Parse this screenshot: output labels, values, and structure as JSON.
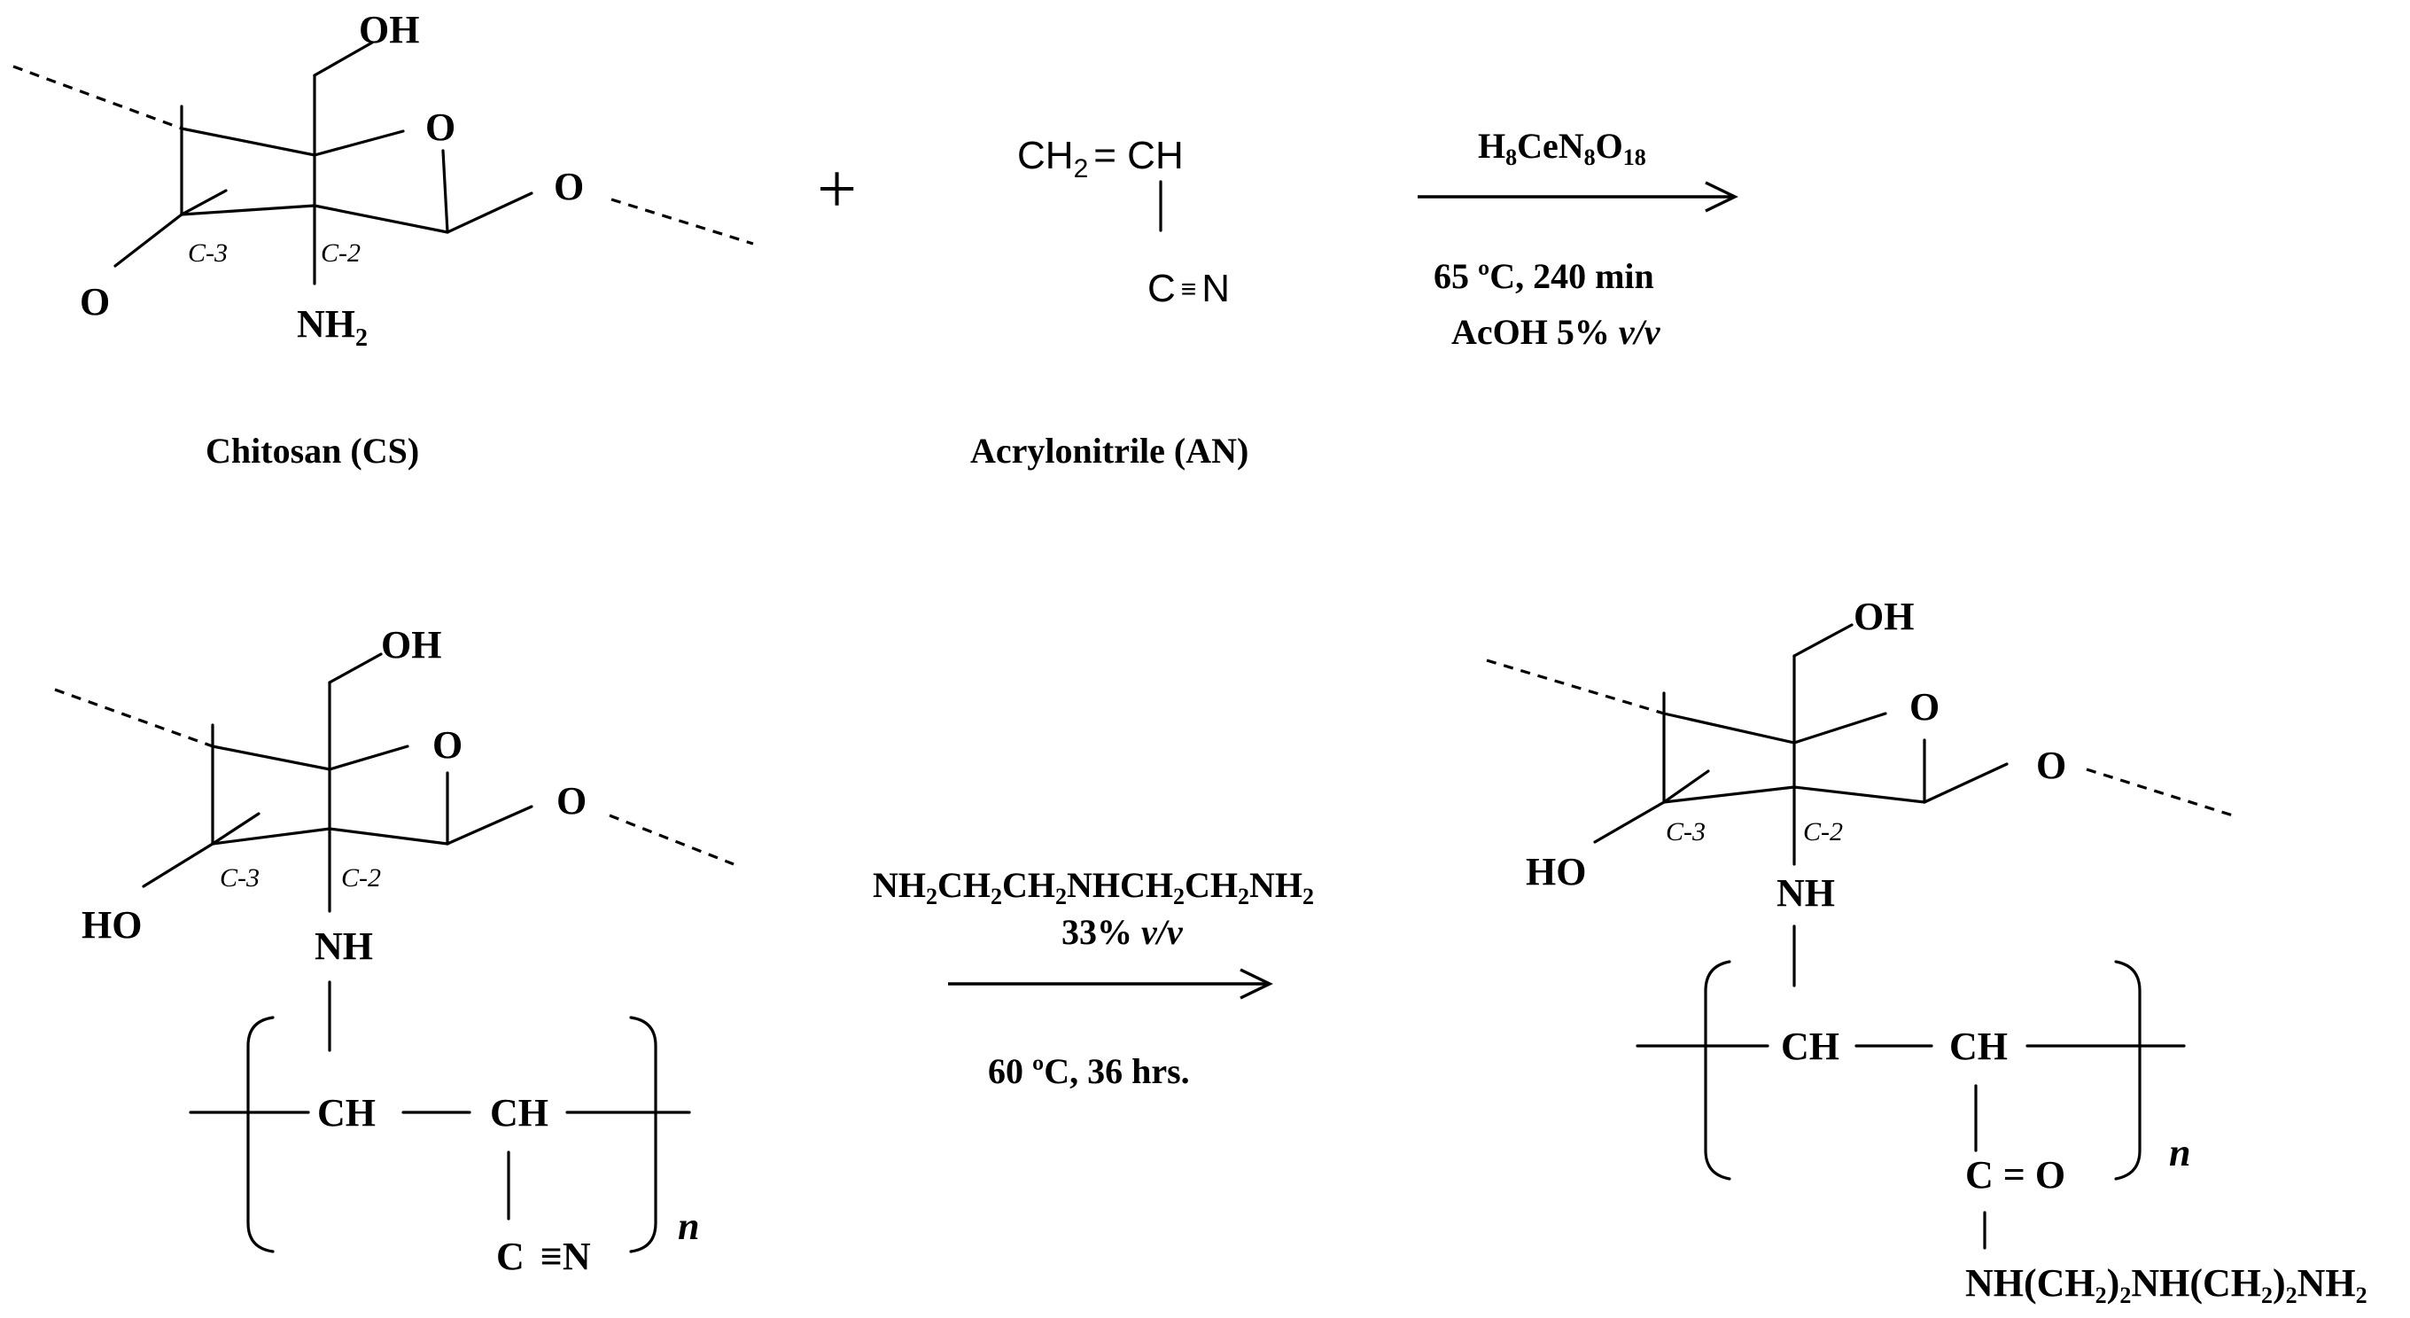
{
  "reactants": {
    "chitosan": {
      "name": "Chitosan (CS)",
      "oh": "OH",
      "ring_o": "O",
      "glyco_o": "O",
      "c3_o": "O",
      "amine": "NH",
      "amine_sub": "2",
      "c3_label": "C-3",
      "c2_label": "C-2"
    },
    "plus_sign": "+",
    "acrylonitrile": {
      "name": "Acrylonitrile (AN)",
      "ch2": "CH",
      "ch2_sub": "2",
      "eq": "= CH",
      "carbon": "C",
      "triple": "≡",
      "nitrogen": "N"
    }
  },
  "step1": {
    "reagent": {
      "h": "H",
      "h_sub": "8",
      "ce": "CeN",
      "n_sub": "8",
      "o": "O",
      "o_sub": "18"
    },
    "temp_time": "65 ºC, 240 min",
    "solvent_text": "AcOH 5% ",
    "solvent_unit": "v/v"
  },
  "intermediate": {
    "oh": "OH",
    "ring_o": "O",
    "glyco_o": "O",
    "ho": "HO",
    "nh": "NH",
    "c3_label": "C-3",
    "c2_label": "C-2",
    "ch_left": "CH",
    "ch_right": "CH",
    "cn_c": "C",
    "cn_triple": "≡N",
    "repeat_n": "n"
  },
  "step2": {
    "reagent_parts": [
      "NH",
      "2",
      "CH",
      "2",
      "CH",
      "2",
      "NHCH",
      "2",
      "CH",
      "2",
      "NH",
      "2"
    ],
    "conc_text": "33% ",
    "conc_unit": "v/v",
    "temp_time": "60 ºC, 36 hrs."
  },
  "product": {
    "oh": "OH",
    "ring_o": "O",
    "glyco_o": "O",
    "ho": "HO",
    "nh": "NH",
    "c3_label": "C-3",
    "c2_label": "C-2",
    "ch_left": "CH",
    "ch_right": "CH",
    "carbonyl": "C = O",
    "repeat_n": "n",
    "amide_parts": [
      "NH(CH",
      "2",
      ")",
      "2",
      "NH(CH",
      "2",
      ")",
      "2",
      "NH",
      "2"
    ]
  }
}
